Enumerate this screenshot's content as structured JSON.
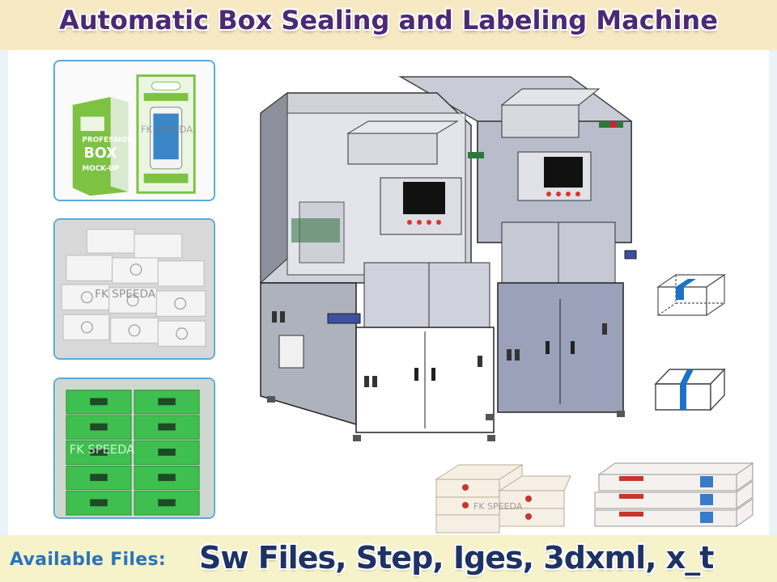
{
  "header": {
    "title": "Automatic Box Sealing and Labeling Machine"
  },
  "gallery": {
    "box_mockup": {
      "watermark": "FK SPEEDA",
      "box_text_1": "PROFESSIONAL",
      "box_text_2": "BOX",
      "box_text_3": "MOCK-UP"
    },
    "white_boxes": {
      "watermark": "FK SPEEDA"
    },
    "green_boxes": {
      "watermark": "FK SPEEDA"
    }
  },
  "products": {
    "watermark": "FK SPEEDA"
  },
  "footer": {
    "label": "Available Files:",
    "files": "Sw Files, Step, Iges, 3dxml, x_t"
  },
  "colors": {
    "title": "#4b2a73",
    "frame_border": "#5fa8d8",
    "footer_label": "#2a74b8",
    "footer_files": "#1e3264",
    "label_tape": "#1b73c9"
  }
}
